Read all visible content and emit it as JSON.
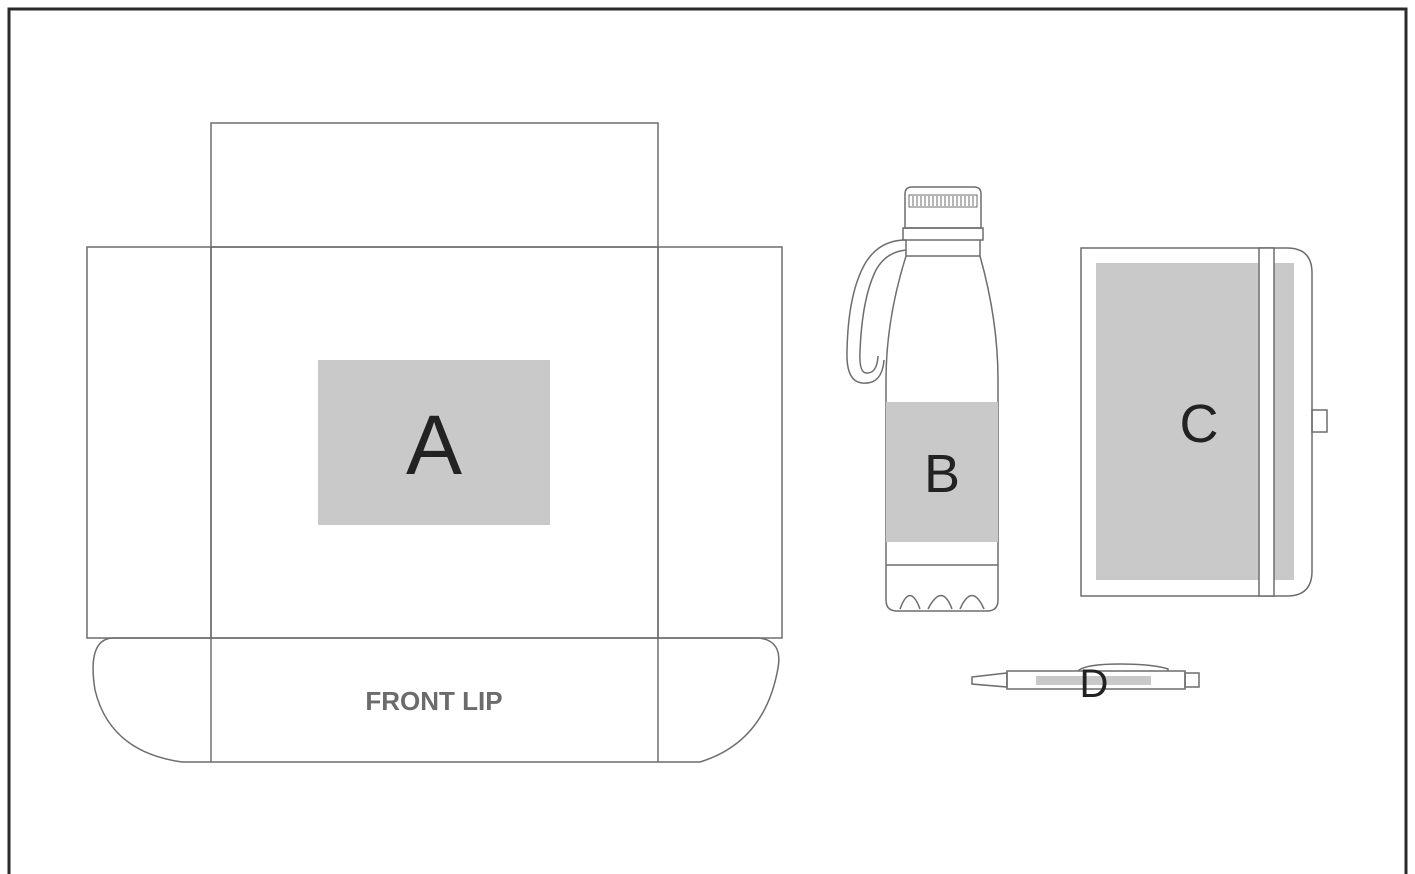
{
  "colors": {
    "frame": "#2b2b2b",
    "outline": "#6d6d6d",
    "zone_fill": "#c8c9c8",
    "label": "#222222",
    "lip_text": "#6b6b6b"
  },
  "box": {
    "zone_label": "A",
    "front_lip_label": "FRONT LIP"
  },
  "bottle": {
    "zone_label": "B"
  },
  "notebook": {
    "zone_label": "C"
  },
  "pen": {
    "zone_label": "D"
  }
}
